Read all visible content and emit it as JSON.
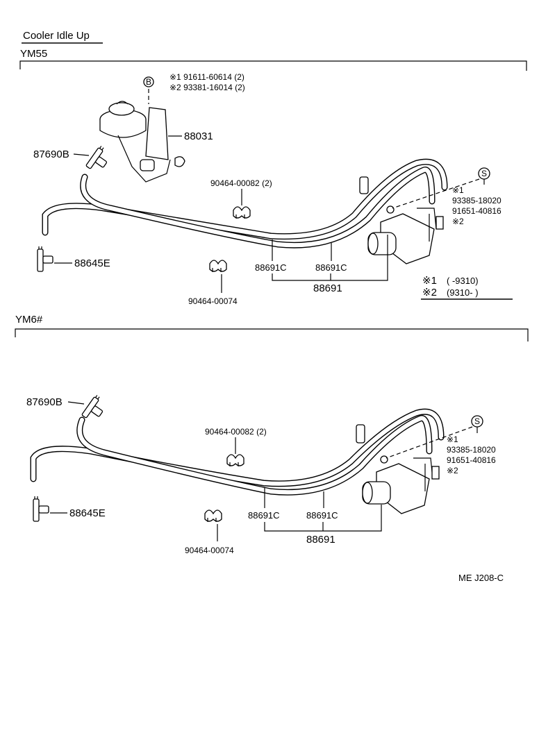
{
  "title": "Cooler Idle Up",
  "sections": {
    "ym55": {
      "label": "YM55",
      "labels": {
        "bolt_ref": "B",
        "bolt_note_1": "※1 91611-60614 (2)",
        "bolt_note_2": "※2 93381-16014 (2)",
        "actuator": "88031",
        "tee_top": "87690B",
        "clamp_a": "90464-00082 (2)",
        "screw_ref": "S",
        "screw_note_1": "※1",
        "screw_pn_1": "93385-18020",
        "screw_pn_2": "91651-40816",
        "screw_note_2": "※2",
        "tee_left": "88645E",
        "hose_a": "88691C",
        "hose_b": "88691C",
        "hose_assy": "88691",
        "clamp_b": "90464-00074"
      },
      "legend": {
        "mark_1": "※1",
        "range_1": "(      -9310)",
        "mark_2": "※2",
        "range_2": "(9310-        )"
      }
    },
    "ym6": {
      "label": "YM6#",
      "labels": {
        "tee_top": "87690B",
        "clamp_a": "90464-00082 (2)",
        "screw_ref": "S",
        "screw_note_1": "※1",
        "screw_pn_1": "93385-18020",
        "screw_pn_2": "91651-40816",
        "screw_note_2": "※2",
        "tee_left": "88645E",
        "hose_a": "88691C",
        "hose_b": "88691C",
        "hose_assy": "88691",
        "clamp_b": "90464-00074"
      }
    }
  },
  "footer_code": "ME  J208-C"
}
